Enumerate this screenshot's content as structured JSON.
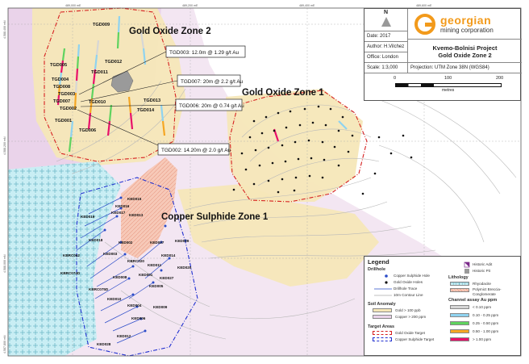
{
  "map": {
    "zones": {
      "gold_oxide_2": "Gold Oxide Zone 2",
      "gold_oxide_1": "Gold Oxide Zone 1",
      "copper_sulphide_1": "Copper Sulphide Zone 1"
    },
    "callouts": [
      "TGD003: 12.0m @ 1.29 g/t Au",
      "TGD007: 20m @ 2.2 g/t Au",
      "TGD006: 20m @ 0.74 g/t Au",
      "TGD002: 14.20m @ 2.0 g/t Au"
    ],
    "drillholes_tgd": [
      "TGD009",
      "TGD012",
      "TGD005",
      "TGD011",
      "TGD004",
      "TGD008",
      "TGD003",
      "TGD007",
      "TGD002",
      "TGD010",
      "TGD013",
      "TGD014",
      "TGD001",
      "TGD006"
    ],
    "drillholes_ked": [
      "KED015",
      "KED016",
      "KED017",
      "KED013",
      "KED019",
      "KED029",
      "KED002",
      "KED007",
      "KED018",
      "KED014",
      "KBRC062",
      "KED003",
      "KBRC020",
      "KED011",
      "KBRC074D",
      "KED008",
      "KED001",
      "KED020",
      "KED027",
      "KED005",
      "KBRC075D",
      "KED010",
      "KED004",
      "KED009",
      "KED006",
      "KED012",
      "KED028"
    ],
    "grid_top": [
      "489,000 mE",
      "489,200 mE",
      "489,400 mE",
      "489,600 mE"
    ],
    "grid_left": [
      "4,588,400 mN",
      "4,588,200 mN",
      "4,588,000 mN",
      "4,587,800 mN"
    ]
  },
  "title_block": {
    "north": "N",
    "logo_top": "Georgian",
    "logo_bottom": "mining corporation",
    "date": "Date: 2017",
    "author": "Author: H.Vilchez",
    "office": "Office: London",
    "project": "Kvemo-Bolnisi Project",
    "subtitle": "Gold Oxide Zone 2",
    "scale": "Scale: 1:3,000",
    "projection": "Projection: UTM Zone 38N (WGS84)",
    "scalebar_ticks": [
      "0",
      "100",
      "200"
    ],
    "scalebar_unit": "metres"
  },
  "legend": {
    "title": "Legend",
    "drillhole_heading": "Drillhole",
    "copper_sulphide_hole": "Copper Sulphide Hole",
    "gold_oxide_holes": "Gold Oxide Holes",
    "drillhole_trace": "Drillhole Trace",
    "contour_line": "10m Contour Line",
    "historic_adit": "Historic Adit",
    "historic_pit": "Historic Pit",
    "lithology_heading": "Lithology",
    "rhyodacite": "Rhyodacite",
    "polymict": "Polymict Breccia-Conglomerate",
    "soil_heading": "Soil Anomaly",
    "gold_soil": "Gold > 100 ppb",
    "copper_soil": "Copper > 200 ppm",
    "target_heading": "Target Areas",
    "gold_target": "Gold Oxide Target",
    "copper_target": "Copper Sulphide Target",
    "channel_heading": "Channel assay Au ppm",
    "channel": [
      {
        "label": "< 0.10 ppm",
        "color": "#d6d6d6"
      },
      {
        "label": "0.10 - 0.25 ppm",
        "color": "#8fd3f0"
      },
      {
        "label": "0.25 - 0.50 ppm",
        "color": "#5fd35f"
      },
      {
        "label": "0.50 - 1.00 ppm",
        "color": "#f5a623"
      },
      {
        "label": "> 1.00 ppm",
        "color": "#e8116a"
      }
    ]
  }
}
